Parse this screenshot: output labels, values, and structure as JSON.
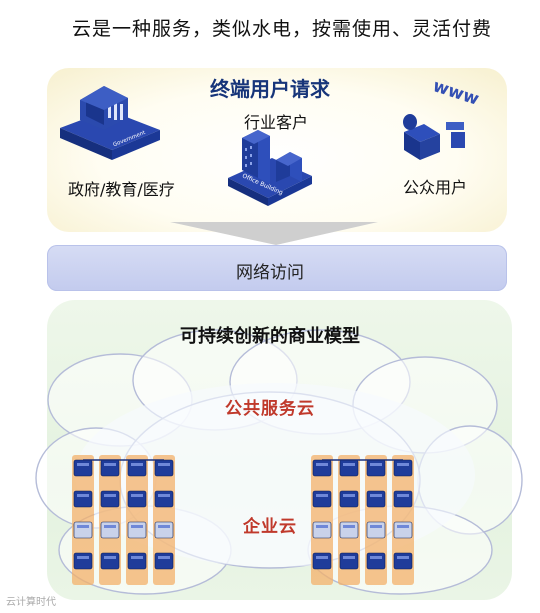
{
  "headline": "云是一种服务，类似水电，按需使用、灵活付费",
  "users": {
    "title": "终端用户请求",
    "government_label": "政府/教育/医疗",
    "industry_label": "行业客户",
    "public_label": "公众用户",
    "government_sign": "Government",
    "office_sign": "Office Building",
    "www_sign": "www"
  },
  "network": {
    "label": "网络访问"
  },
  "model": {
    "label": "可持续创新的商业模型"
  },
  "public_cloud": {
    "label": "公共服务云"
  },
  "enterprise_cloud": {
    "label": "企业云"
  },
  "watermark": "云计算时代",
  "colors": {
    "title_blue": "#17357a",
    "cloud_red": "#c0392b",
    "building_blue": "#1f3c9a",
    "server_orange": "#f3b06a"
  }
}
